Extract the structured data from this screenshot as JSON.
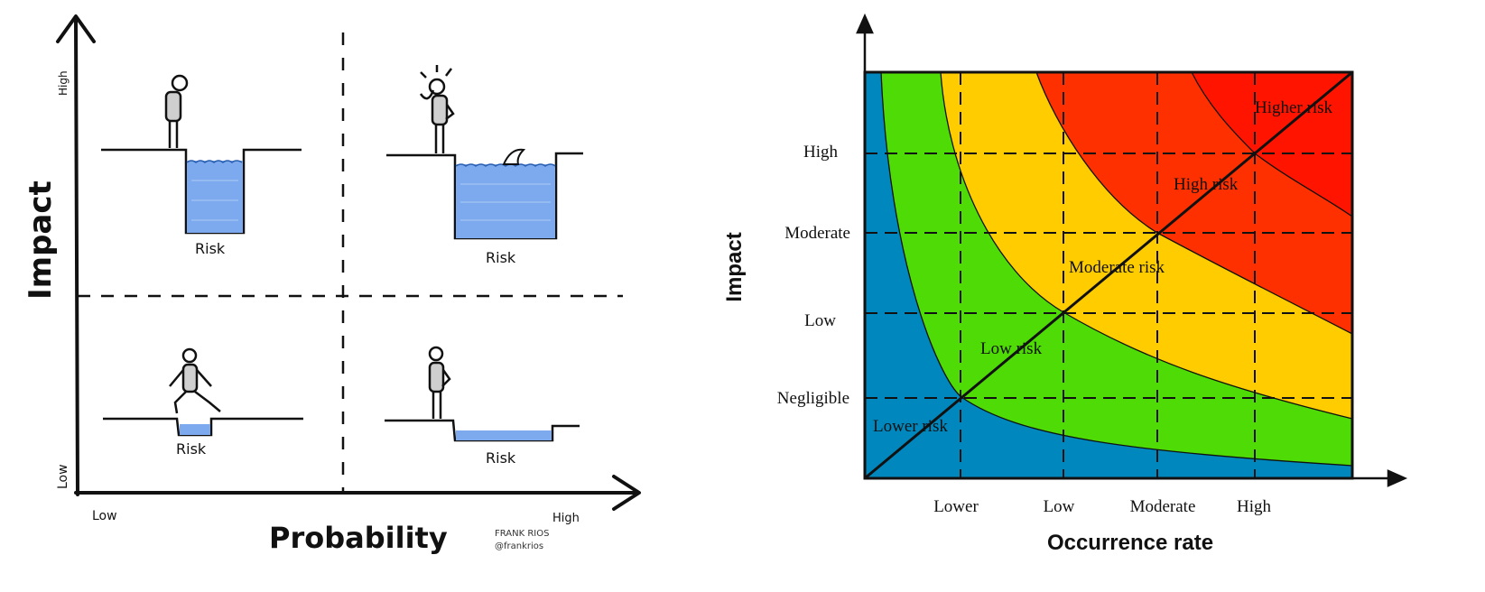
{
  "left_diagram": {
    "y_axis_title": "Impact",
    "x_axis_title": "Probability",
    "y_high_label": "High",
    "y_low_label": "Low",
    "x_low_label": "Low",
    "x_high_label": "High",
    "pit_label": "Risk",
    "credit_line1": "FRANK RIOS",
    "credit_line2": "@frankrios",
    "quadrants": [
      {
        "position": "top-left",
        "impact": "high",
        "probability": "low",
        "figure": "standing",
        "pit": "deep-narrow"
      },
      {
        "position": "top-right",
        "impact": "high",
        "probability": "high",
        "figure": "worried",
        "pit": "deep-wide-with-shark"
      },
      {
        "position": "bottom-left",
        "impact": "low",
        "probability": "low",
        "figure": "stepping-over",
        "pit": "shallow-narrow"
      },
      {
        "position": "bottom-right",
        "impact": "low",
        "probability": "high",
        "figure": "standing",
        "pit": "shallow-wide"
      }
    ]
  },
  "right_chart": {
    "y_axis_title": "Impact",
    "x_axis_title": "Occurrence rate",
    "y_levels": [
      "Negligible",
      "Low",
      "Moderate",
      "High"
    ],
    "x_levels": [
      "Lower",
      "Low",
      "Moderate",
      "High"
    ],
    "zones": [
      {
        "label": "Lower risk",
        "color": "#0087BD"
      },
      {
        "label": "Low risk",
        "color": "#4FDB05"
      },
      {
        "label": "Moderate risk",
        "color": "#FFCC00"
      },
      {
        "label": "High risk",
        "color": "#FF3000"
      },
      {
        "label": "Higher risk",
        "color": "#FF1400"
      }
    ]
  }
}
